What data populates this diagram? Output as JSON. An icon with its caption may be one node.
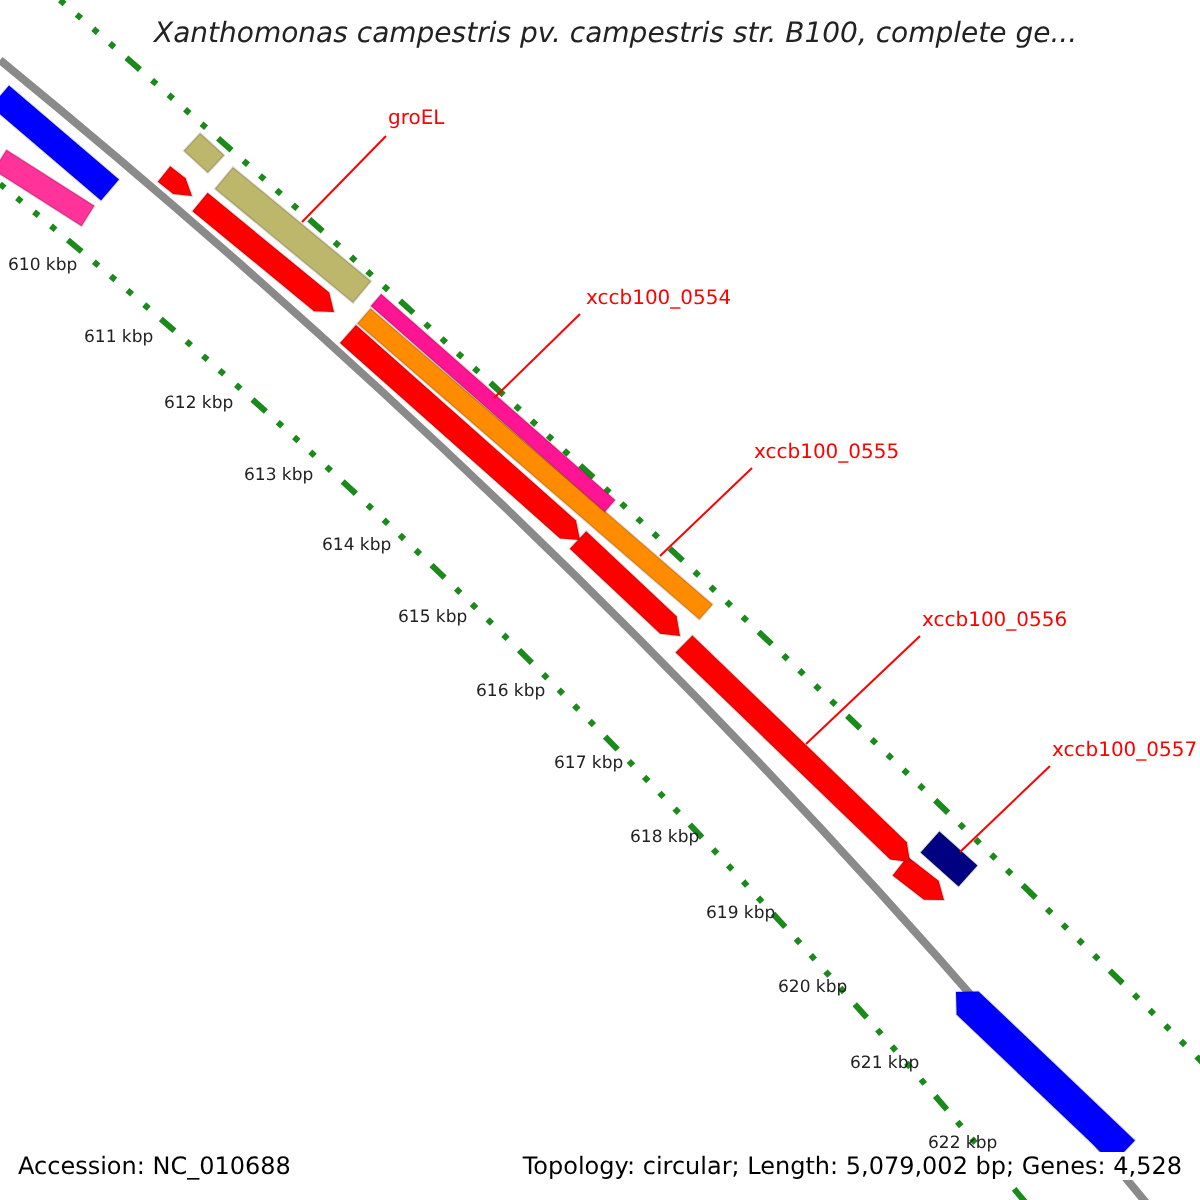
{
  "diagram": {
    "title": "Xanthomonas campestris pv. campestris str. B100, complete ge...",
    "nodes": [
      {
        "text": [
          "groEL"
        ]
      },
      {
        "text": [],
        "shape": "bar"
      },
      {
        "text": [
          "xccb100_0554"
        ]
      },
      {
        "text": [],
        "shape": "bar"
      },
      {
        "text": [
          "xccb100_0555"
        ]
      },
      {
        "text": [],
        "shape": "bar"
      },
      {
        "text": [
          "xccb100_0556"
        ]
      },
      {
        "text": [],
        "shape": "bar"
      },
      {
        "text": [
          "xccb100_0557"
        ]
      },
      {
        "text": [],
        "shape": "bar"
      }
    ],
    "edges": [
      {
        "from": 0,
        "to": 1,
        "arrow": "none",
        "color": "#ff0000"
      },
      {
        "from": 2,
        "to": 3,
        "arrow": "none",
        "color": "#ff0000"
      },
      {
        "from": 4,
        "to": 5,
        "arrow": "none",
        "color": "#ff0000"
      },
      {
        "from": 6,
        "to": 7,
        "arrow": "none",
        "color": "#ff0000"
      },
      {
        "from": 8,
        "to": 9,
        "arrow": "none",
        "color": "#ff0000"
      }
    ],
    "labels": [
      "610 kbp",
      "611 kbp",
      "612 kbp",
      "613 kbp",
      "614 kbp",
      "615 kbp",
      "616 kbp",
      "617 kbp",
      "618 kbp",
      "619 kbp",
      "620 kbp",
      "621 kbp",
      "622 kbp",
      "Accession: NC_010688",
      "Topology: circular; Length: 5,079,002 bp; Genes: 4,528"
    ]
  }
}
